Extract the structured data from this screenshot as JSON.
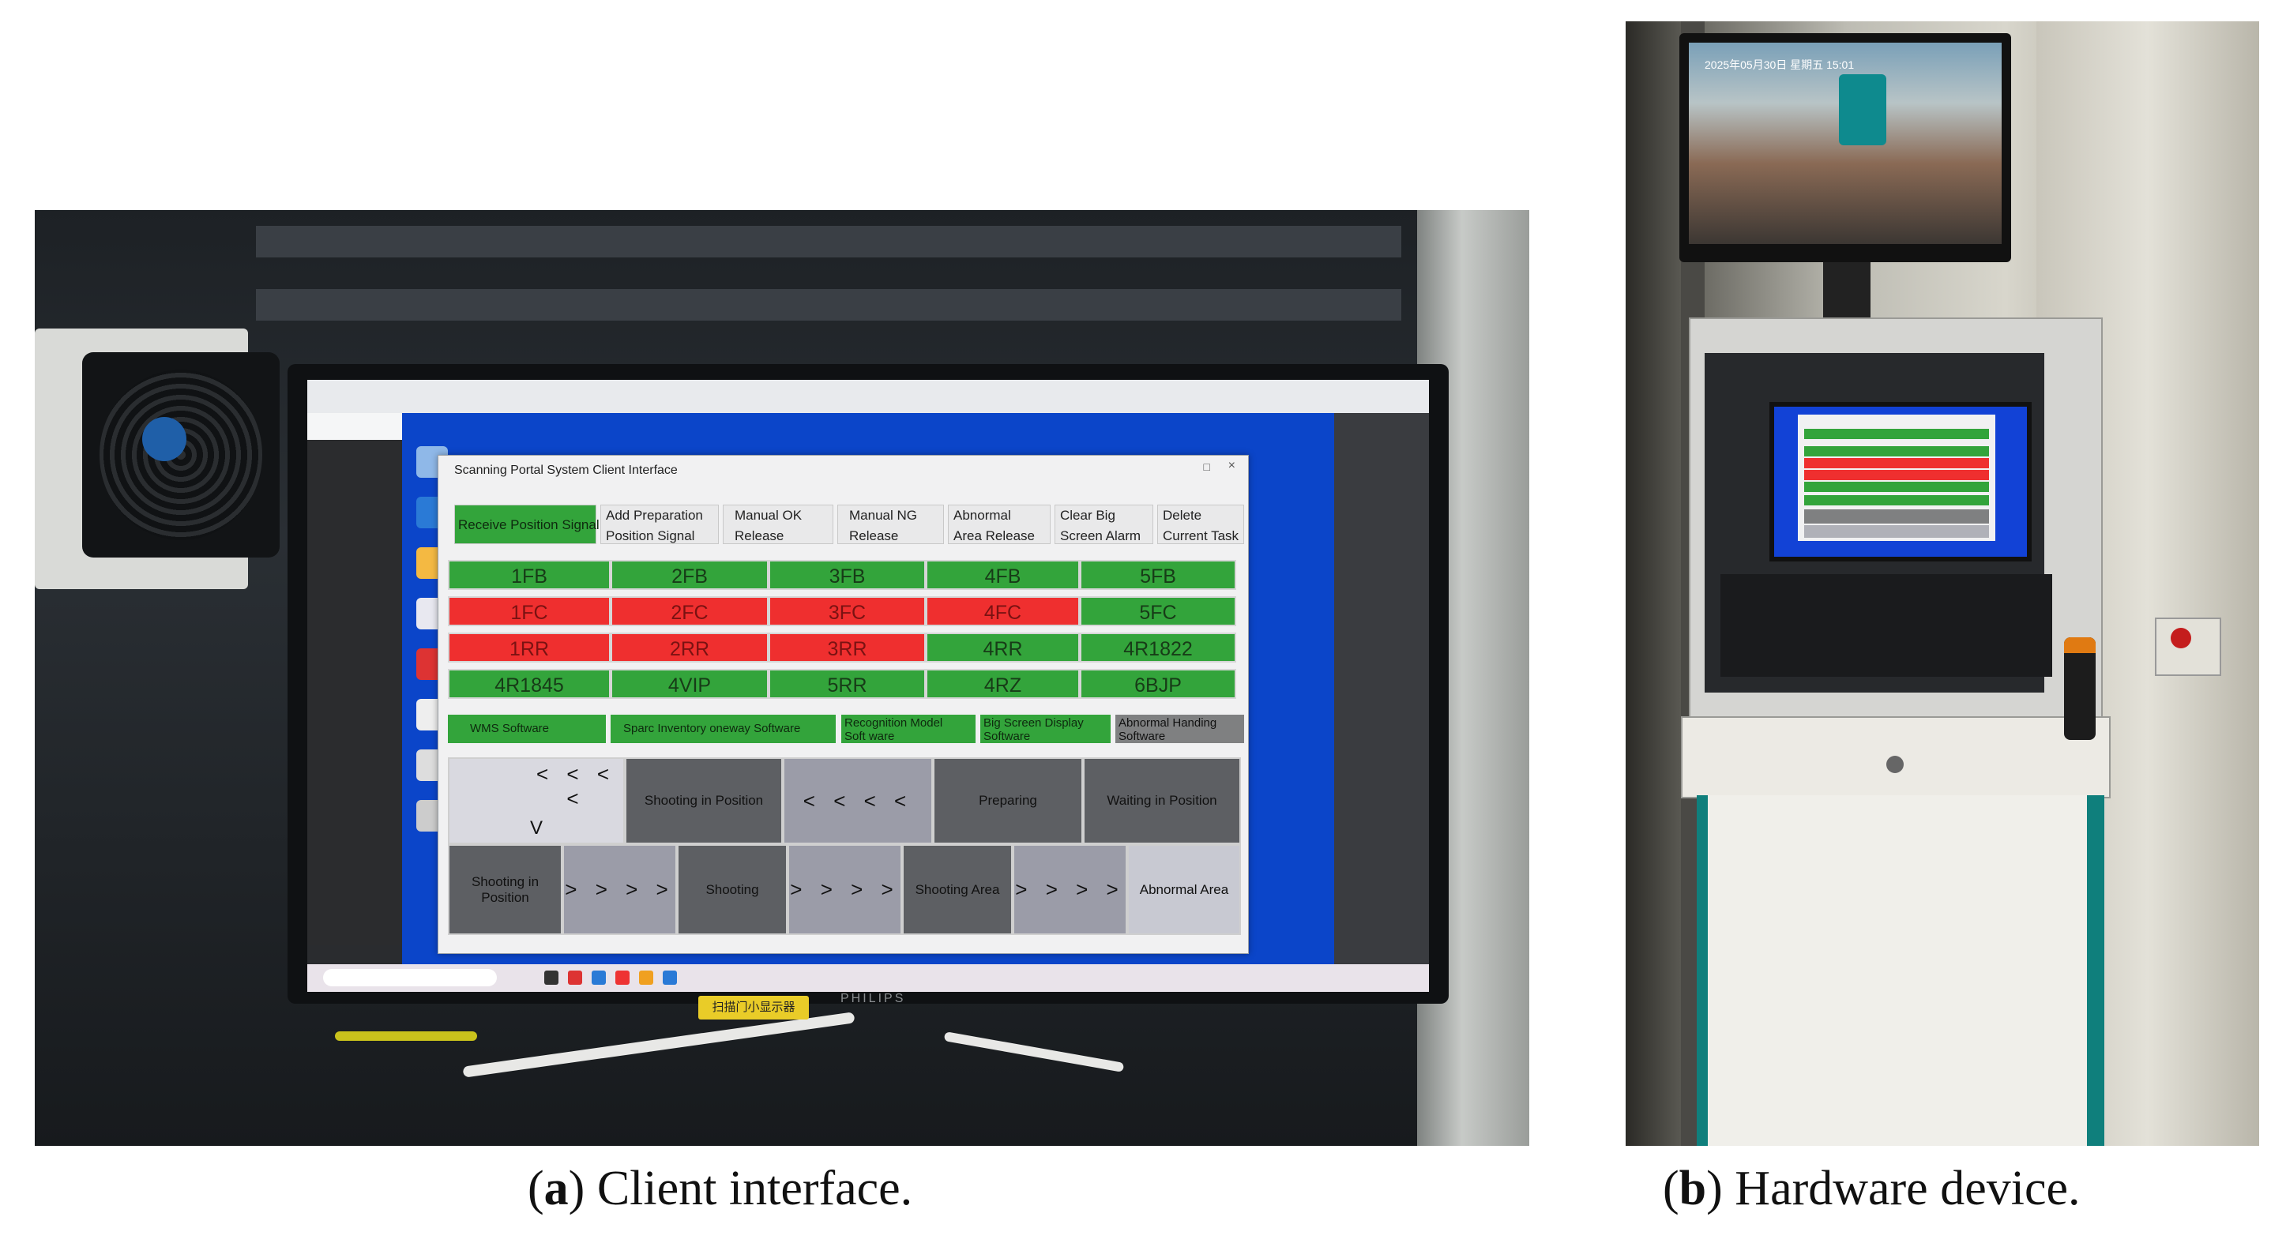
{
  "captions": {
    "a": {
      "letter": "a",
      "text": "Client interface."
    },
    "b": {
      "letter": "b",
      "text": "Hardware device."
    }
  },
  "client_app": {
    "window_title": "Scanning Portal System  Client Interface",
    "controls": [
      {
        "line1": "Receive  Position Signal",
        "line2": ""
      },
      {
        "line1": "Add Preparation",
        "line2": "Position Signal"
      },
      {
        "line1": "Manual OK",
        "line2": "Release"
      },
      {
        "line1": "Manual NG",
        "line2": "Release"
      },
      {
        "line1": "Abnormal",
        "line2": "Area Release"
      },
      {
        "line1": "Clear Big",
        "line2": "Screen Alarm"
      },
      {
        "line1": "Delete",
        "line2": "Current Task"
      }
    ],
    "positions": [
      [
        "1FB",
        "2FB",
        "3FB",
        "4FB",
        "5FB"
      ],
      [
        "1FC",
        "2FC",
        "3FC",
        "4FC",
        "5FC"
      ],
      [
        "1RR",
        "2RR",
        "3RR",
        "4RR",
        "4R1822"
      ],
      [
        "4R1845",
        "4VIP",
        "5RR",
        "4RZ",
        "6BJP"
      ]
    ],
    "position_status": [
      [
        "green",
        "green",
        "green",
        "green",
        "green"
      ],
      [
        "red",
        "red",
        "red",
        "red",
        "green"
      ],
      [
        "red",
        "red",
        "red",
        "green",
        "green"
      ],
      [
        "green",
        "green",
        "green",
        "green",
        "green"
      ]
    ],
    "software": [
      {
        "line1": "WMS  Software",
        "line2": ""
      },
      {
        "line1": "Sparc Inventory oneway Software",
        "line2": ""
      },
      {
        "line1": "Recognition Model",
        "line2": "Soft ware"
      },
      {
        "line1": "Big Screen Display",
        "line2": "Software"
      },
      {
        "line1": "Abnormal Handing",
        "line2": "Software"
      }
    ],
    "flow_row1": [
      {
        "text": "< < <  <",
        "sub": "V"
      },
      {
        "text": "Shooting in Position",
        "sub": ""
      },
      {
        "text": "< < < <",
        "sub": ""
      },
      {
        "text": "Preparing",
        "sub": ""
      },
      {
        "text": "Waiting in Position",
        "sub": ""
      }
    ],
    "flow_row2": [
      {
        "text": "Shooting in Position"
      },
      {
        "text": "> > > >"
      },
      {
        "text": "Shooting"
      },
      {
        "text": "> > > >"
      },
      {
        "text": "Shooting Area"
      },
      {
        "text": "> > > >"
      },
      {
        "text": "Abnormal Area"
      }
    ]
  },
  "hardware": {
    "monitor_brand": "PHILIPS",
    "sticker_text": "扫描门小显示器",
    "camera_overlay": "2025年05月30日 星期五 15:01"
  }
}
